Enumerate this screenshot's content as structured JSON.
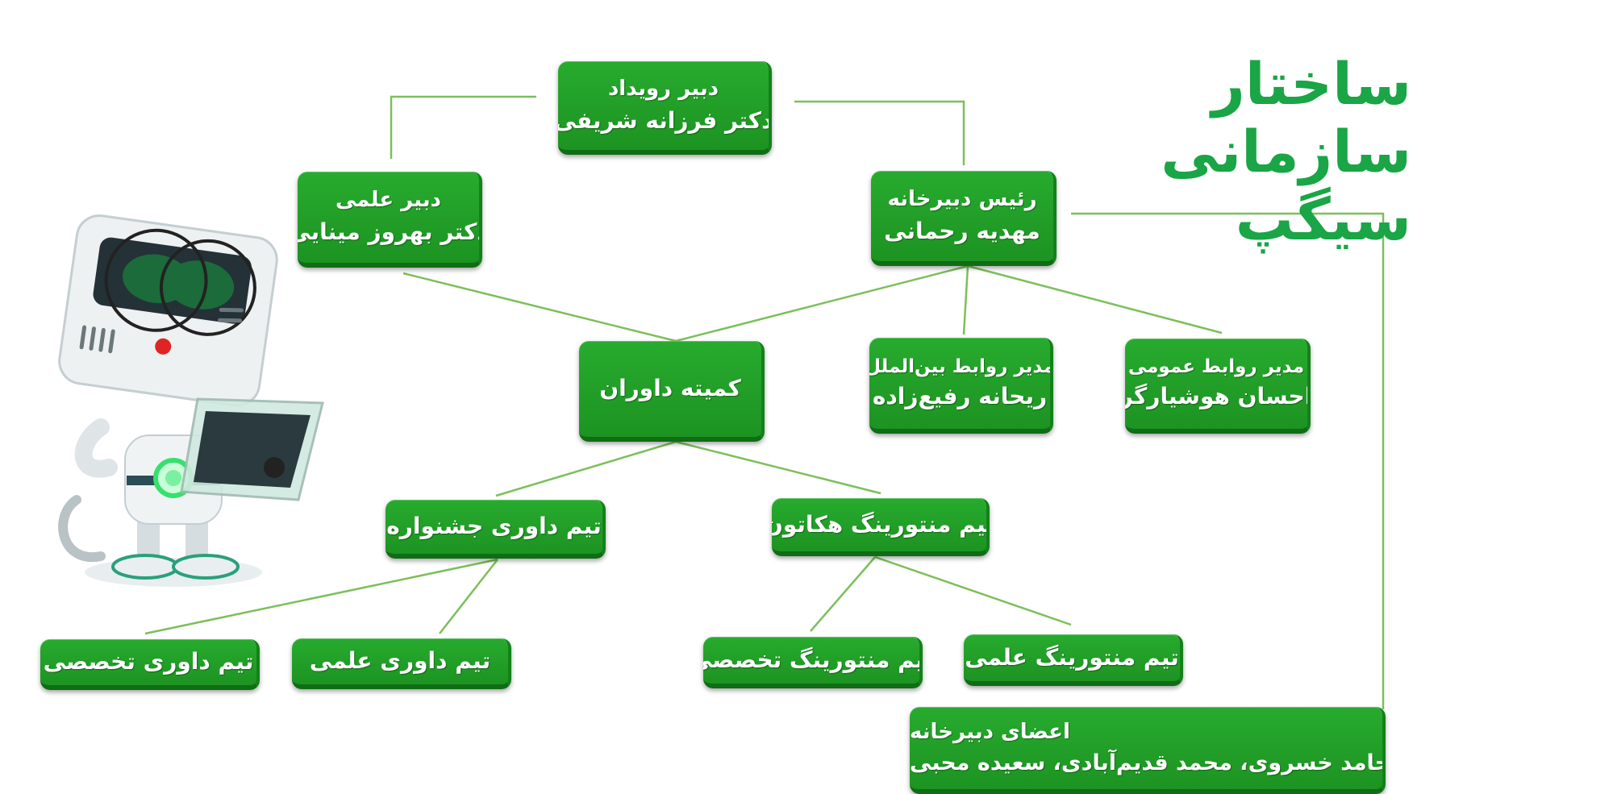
{
  "title": "ساختار سازمانی سیگپ",
  "colors": {
    "node": "#21a127",
    "node_shadow": "#0f6d15",
    "line": "#7cbf5a",
    "title": "#1aa546"
  },
  "nodes": {
    "event_secretary": {
      "role": "دبیر رویداد",
      "name": "دکتر فرزانه شریفی"
    },
    "secretariat_head": {
      "role": "رئیس دبیرخانه",
      "name": "مهدیه رحمانی"
    },
    "scientific_secretary": {
      "role": "دبیر علمی",
      "name": "دکتر بهروز مینایی"
    },
    "jury_committee": {
      "label": "کمیته داوران"
    },
    "intl_relations": {
      "role": "مدیر روابط بین‌الملل",
      "name": "ریحانه رفیع‌زاده"
    },
    "public_relations": {
      "role": "مدیر روابط عمومی",
      "name": "احسان هوشیارگر"
    },
    "festival_jury": {
      "label": "تیم داوری جشنواره"
    },
    "hackathon_mentoring": {
      "label": "تیم منتورینگ هکاتون"
    },
    "specialized_jury": {
      "label": "تیم داوری تخصصی"
    },
    "scientific_jury": {
      "label": "تیم داوری علمی"
    },
    "specialized_mentoring": {
      "label": "تیم منتورینگ تخصصی"
    },
    "scientific_mentoring": {
      "label": "تیم منتورینگ علمی"
    },
    "secretariat_members": {
      "role": "اعضای دبیرخانه",
      "names": "حامد خسروی، محمد قدیم‌آبادی، سعیده محبی"
    }
  },
  "illustration": {
    "icon": "robot-with-tablet-icon"
  }
}
